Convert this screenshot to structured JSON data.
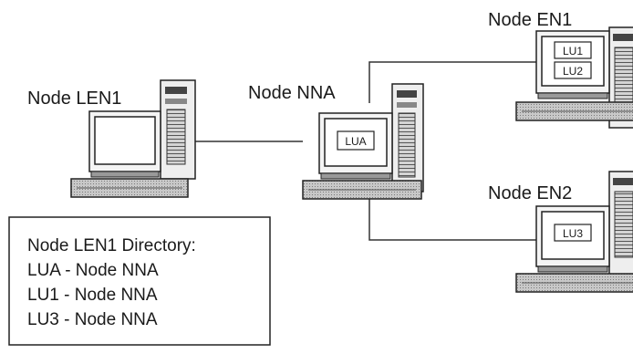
{
  "nodes": {
    "len1": {
      "label": "Node LEN1"
    },
    "nna": {
      "label": "Node NNA",
      "lus": [
        "LUA"
      ]
    },
    "en1": {
      "label": "Node EN1",
      "lus": [
        "LU1",
        "LU2"
      ]
    },
    "en2": {
      "label": "Node EN2",
      "lus": [
        "LU3"
      ]
    }
  },
  "directory": {
    "title": "Node LEN1 Directory:",
    "entries": [
      "LUA - Node NNA",
      "LU1 - Node NNA",
      "LU3 - Node NNA"
    ]
  }
}
